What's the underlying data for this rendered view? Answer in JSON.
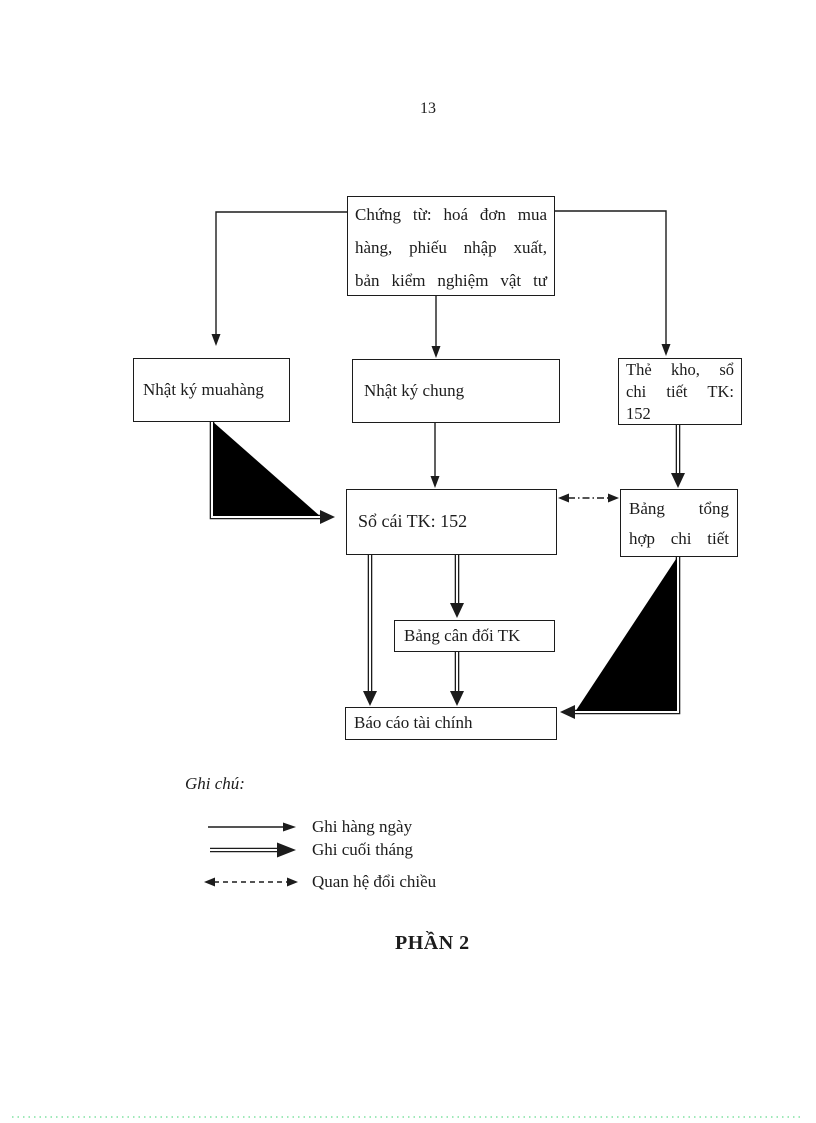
{
  "page": {
    "number": "13",
    "footer_title": "PHẦN 2"
  },
  "colors": {
    "ink": "#1c1c1c",
    "paper": "#ffffff",
    "bottom_dotted_line": "#9fe9b9"
  },
  "flowchart": {
    "boxes": {
      "chung_tu": "Chứng từ: hoá đơn mua\nhàng, phiếu nhập xuất,\nbản kiểm nghiệm vật tư",
      "nhat_ky_mua_hang": "Nhật ký muahàng",
      "nhat_ky_chung": "Nhật ký chung",
      "the_kho": "Thẻ kho, sổ\nchi tiết TK:\n152",
      "so_cai": "Sổ cái TK: 152",
      "bang_tong_hop": "Bảng tổng\nhợp chi tiết",
      "bang_can_doi": "Bảng cân đối TK",
      "bao_cao": "Báo cáo tài chính"
    }
  },
  "legend": {
    "title": "Ghi chú:",
    "items": [
      {
        "label": "Ghi hàng ngày",
        "line_style": "solid-single-arrow"
      },
      {
        "label": "Ghi cuối tháng",
        "line_style": "solid-double-arrow"
      },
      {
        "label": "Quan hệ đổi chiều",
        "line_style": "dashed-two-headed-arrow"
      }
    ]
  }
}
